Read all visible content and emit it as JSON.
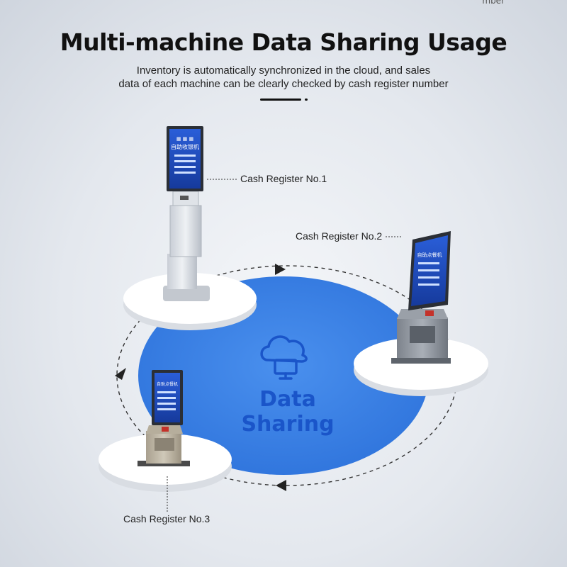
{
  "corner_text": "mber",
  "header": {
    "title": "Multi-machine Data Sharing Usage",
    "subtitle_line1": "Inventory is automatically synchronized in the cloud, and sales",
    "subtitle_line2": "data of each machine can be clearly checked by cash register number"
  },
  "hub": {
    "label": "Data Sharing",
    "icon": "cloud-computer-icon",
    "color": "#3c82e4"
  },
  "registers": [
    {
      "label": "Cash Register No.1",
      "screen_text": "自助收银机"
    },
    {
      "label": "Cash Register No.2",
      "screen_text": "自助点餐机"
    },
    {
      "label": "Cash Register No.3",
      "screen_text": "自助点餐机"
    }
  ],
  "colors": {
    "title": "#111111",
    "hub_text": "#1a55c9",
    "screen": "#1b47b8"
  }
}
